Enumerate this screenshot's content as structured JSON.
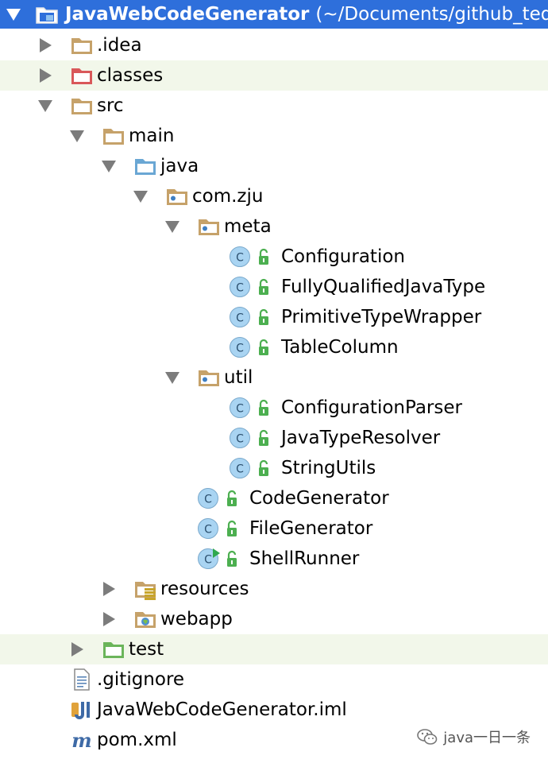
{
  "project": {
    "name": "JavaWebCodeGenerator",
    "path": "(~/Documents/github_ted/"
  },
  "tree": [
    {
      "id": "idea",
      "label": ".idea",
      "depth": 1,
      "arrow": "right",
      "icon": "folder-tan-icon"
    },
    {
      "id": "classes",
      "label": "classes",
      "depth": 1,
      "arrow": "right",
      "icon": "folder-red-icon",
      "highlight": true
    },
    {
      "id": "src",
      "label": "src",
      "depth": 1,
      "arrow": "down",
      "icon": "folder-tan-icon"
    },
    {
      "id": "main",
      "label": "main",
      "depth": 2,
      "arrow": "down",
      "icon": "folder-tan-icon"
    },
    {
      "id": "java",
      "label": "java",
      "depth": 3,
      "arrow": "down",
      "icon": "folder-blue-icon"
    },
    {
      "id": "comzju",
      "label": "com.zju",
      "depth": 4,
      "arrow": "down",
      "icon": "package-icon"
    },
    {
      "id": "meta",
      "label": "meta",
      "depth": 5,
      "arrow": "down",
      "icon": "package-icon"
    },
    {
      "id": "configuration",
      "label": "Configuration",
      "depth": 6,
      "arrow": "none",
      "icon": "class-icon"
    },
    {
      "id": "fqjt",
      "label": "FullyQualifiedJavaType",
      "depth": 6,
      "arrow": "none",
      "icon": "class-icon"
    },
    {
      "id": "ptw",
      "label": "PrimitiveTypeWrapper",
      "depth": 6,
      "arrow": "none",
      "icon": "class-icon"
    },
    {
      "id": "tablecolumn",
      "label": "TableColumn",
      "depth": 6,
      "arrow": "none",
      "icon": "class-icon"
    },
    {
      "id": "util",
      "label": "util",
      "depth": 5,
      "arrow": "down",
      "icon": "package-icon"
    },
    {
      "id": "configparser",
      "label": "ConfigurationParser",
      "depth": 6,
      "arrow": "none",
      "icon": "class-icon"
    },
    {
      "id": "jtr",
      "label": "JavaTypeResolver",
      "depth": 6,
      "arrow": "none",
      "icon": "class-icon"
    },
    {
      "id": "stringutils",
      "label": "StringUtils",
      "depth": 6,
      "arrow": "none",
      "icon": "class-icon"
    },
    {
      "id": "codegen",
      "label": "CodeGenerator",
      "depth": 5,
      "arrow": "none",
      "icon": "class-icon"
    },
    {
      "id": "filegen",
      "label": "FileGenerator",
      "depth": 5,
      "arrow": "none",
      "icon": "class-icon"
    },
    {
      "id": "shellrunner",
      "label": "ShellRunner",
      "depth": 5,
      "arrow": "none",
      "icon": "runnable-class-icon"
    },
    {
      "id": "resources",
      "label": "resources",
      "depth": 3,
      "arrow": "right",
      "icon": "resources-folder-icon"
    },
    {
      "id": "webapp",
      "label": "webapp",
      "depth": 3,
      "arrow": "right",
      "icon": "web-folder-icon"
    },
    {
      "id": "test",
      "label": "test",
      "depth": 2,
      "arrow": "right",
      "icon": "folder-green-icon",
      "highlight": true
    },
    {
      "id": "gitignore",
      "label": ".gitignore",
      "depth": 1,
      "arrow": "none",
      "icon": "text-file-icon"
    },
    {
      "id": "iml",
      "label": "JavaWebCodeGenerator.iml",
      "depth": 1,
      "arrow": "none",
      "icon": "iml-file-icon"
    },
    {
      "id": "pom",
      "label": "pom.xml",
      "depth": 1,
      "arrow": "none",
      "icon": "maven-file-icon"
    }
  ],
  "watermark": {
    "text": "java一日一条"
  },
  "colors": {
    "selection": "#2e6fdb",
    "folder_tan": "#c6a26a",
    "folder_red": "#d9585a",
    "folder_blue": "#6aa7d4",
    "folder_green": "#6bb55a",
    "class_circle": "#a9d4f2",
    "lock_green": "#4caf50",
    "highlight_row": "#f2f7ea"
  }
}
